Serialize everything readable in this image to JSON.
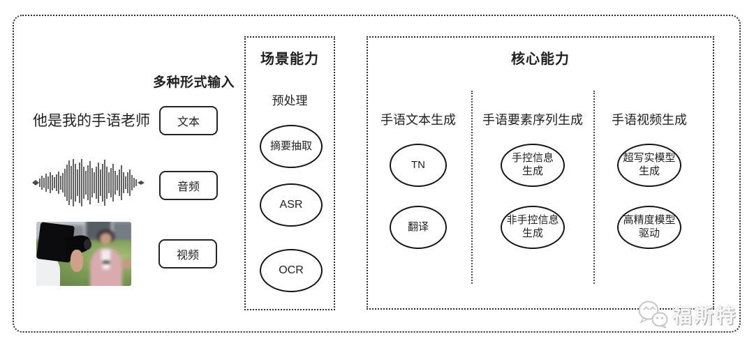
{
  "input": {
    "label": "多种形式输入",
    "sentence": "他是我的手语老师",
    "boxes": [
      "文本",
      "音频",
      "视频"
    ]
  },
  "scene": {
    "title": "场景能力",
    "subtitle": "预处理",
    "items": [
      "摘要抽取",
      "ASR",
      "OCR"
    ]
  },
  "core": {
    "title": "核心能力",
    "columns": [
      {
        "header": "手语文本生成",
        "items": [
          "TN",
          "翻译"
        ]
      },
      {
        "header": "手语要素序列生成",
        "items": [
          "手控信息\n生成",
          "非手控信息\n生成"
        ]
      },
      {
        "header": "手语视频生成",
        "items": [
          "超写实模型\n生成",
          "高精度模型\n驱动"
        ]
      }
    ]
  },
  "watermark": {
    "text": "福斯特",
    "icon": "chat-bubbles-icon"
  },
  "colors": {
    "line": "#1f1f1f",
    "background": "#ffffff",
    "watermark_gray": "#c6c6c6"
  }
}
